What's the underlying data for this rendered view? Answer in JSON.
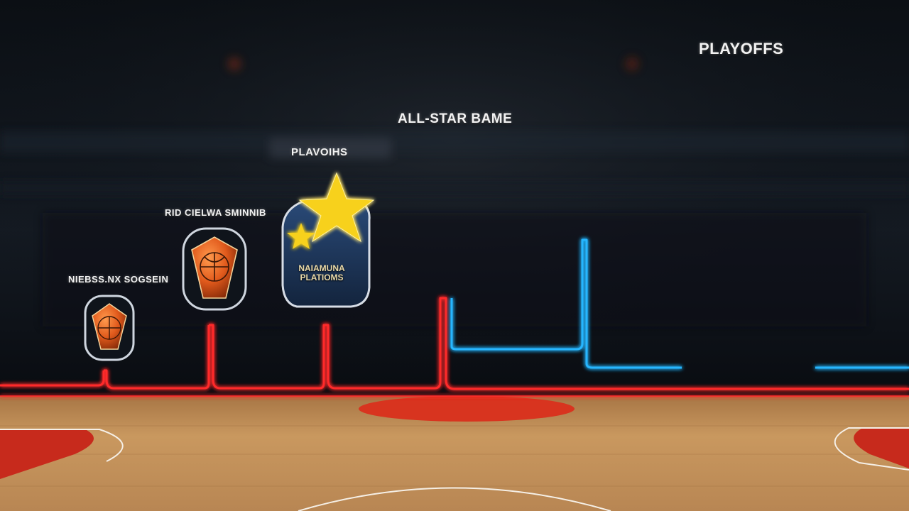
{
  "timeline": {
    "stages": [
      {
        "label": "NIEBSS.NX SOGSEIN",
        "icon": "basketball-emblem-icon"
      },
      {
        "label": "RID CIELWA SMINNIB",
        "icon": "basketball-crest-icon"
      },
      {
        "label": "PLAVOIHS",
        "icon": "star-badge-icon",
        "badge_text": "NAIAMUNA PLATIOMS"
      },
      {
        "label": "ALL-STAR BAME",
        "icon": "shield-basketball-icon"
      },
      {
        "label": "",
        "icon": "basketball-card-icon"
      },
      {
        "label": "PLAYOFFS",
        "icon": "trophy-icon"
      }
    ]
  },
  "colors": {
    "neon_red": "#ff2a2a",
    "neon_blue": "#25b6ff",
    "gold": "#d8ae45",
    "court_wood": "#c6955c",
    "court_paint": "#d8341f",
    "navy_badge": "#1d3557"
  }
}
